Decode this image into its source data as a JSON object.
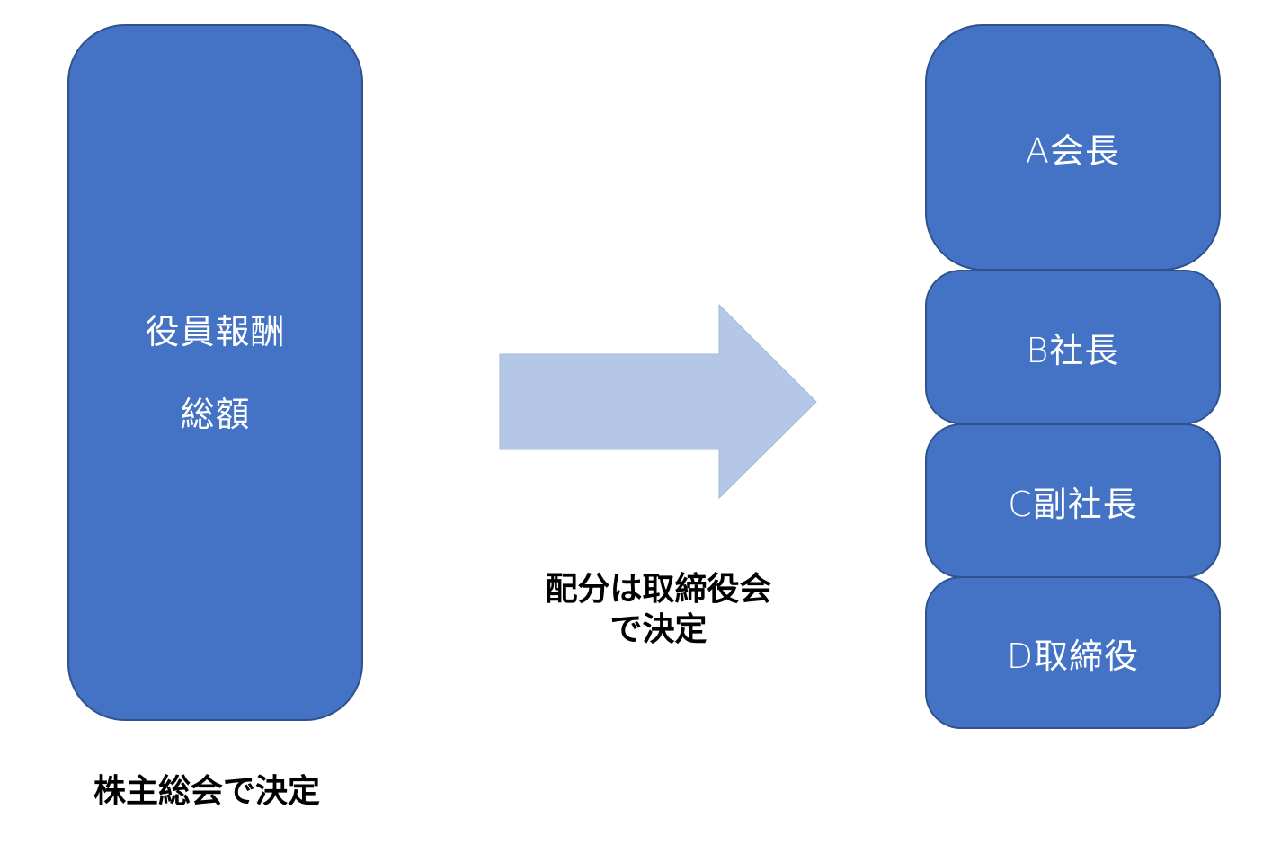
{
  "total_box": {
    "line1": "役員報酬",
    "line2": "総額"
  },
  "roles": [
    {
      "label": "A会長"
    },
    {
      "label": "B社長"
    },
    {
      "label": "C副社長"
    },
    {
      "label": "D取締役"
    }
  ],
  "arrow": {
    "caption_line1": "配分は取締役会",
    "caption_line2": "で決定"
  },
  "total_caption": "株主総会で決定",
  "colors": {
    "box_fill": "#4472c4",
    "box_border": "#2f528f",
    "arrow_fill": "#b4c7e7"
  }
}
